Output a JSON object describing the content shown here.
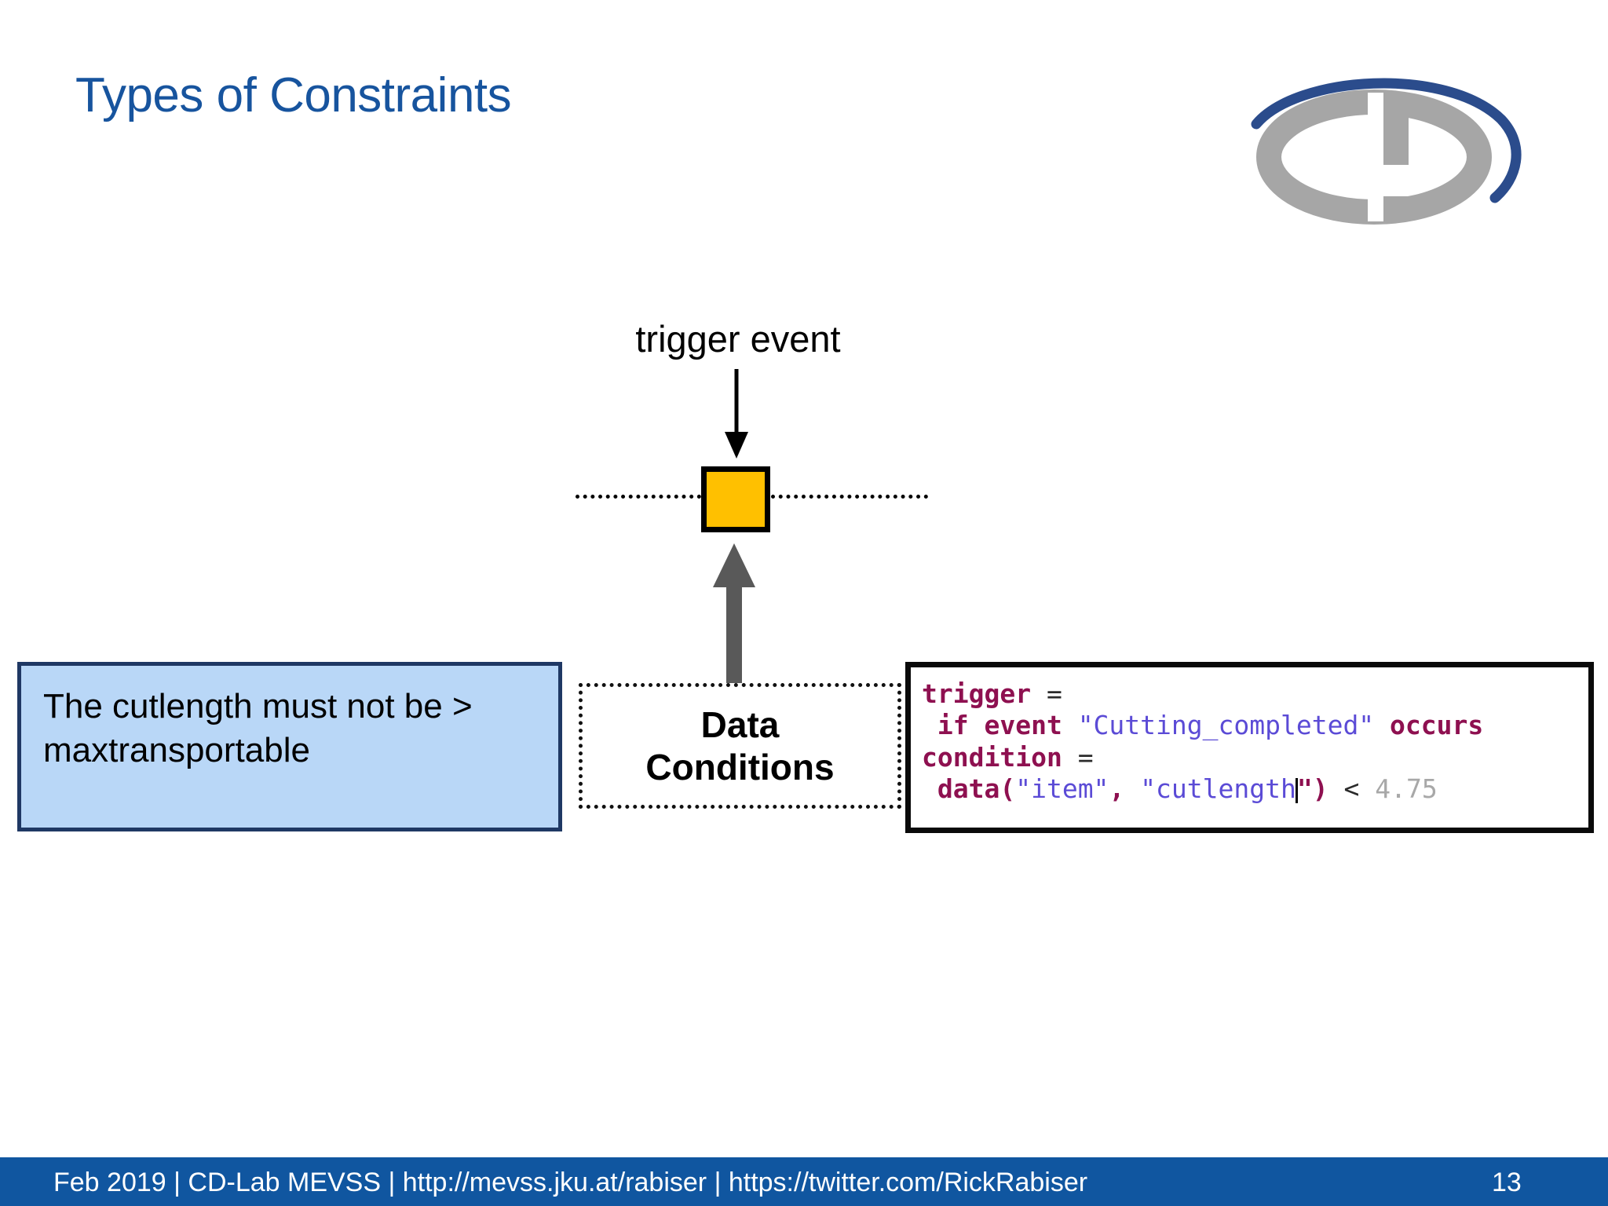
{
  "slide": {
    "title": "Types of Constraints",
    "page_number": "13",
    "title_color": "#17549E",
    "accent_color": "#1056A0"
  },
  "logo": {
    "name": "cd-lab-logo",
    "ring_color": "#A6A6A6",
    "swoosh_color": "#2B4C8C"
  },
  "diagram": {
    "trigger_event_label": "trigger event",
    "trigger_square_color": "#FFC000",
    "up_arrow_color": "#595959",
    "down_arrow_color": "#000000",
    "lifeline_color": "#000000"
  },
  "constraint_box": {
    "text": "The cutlength must not be > maxtransportable",
    "fill_color": "#B9D7F7",
    "border_color": "#1F3864"
  },
  "data_conditions_box": {
    "label": "Data\nConditions"
  },
  "code_box": {
    "lines": [
      {
        "tokens": [
          {
            "text": "trigger",
            "style": "kw"
          },
          {
            "text": " ",
            "style": "plain"
          },
          {
            "text": "=",
            "style": "op"
          }
        ]
      },
      {
        "tokens": [
          {
            "text": " if event ",
            "style": "kw"
          },
          {
            "text": "\"Cutting_completed\"",
            "style": "str"
          },
          {
            "text": " occurs",
            "style": "kw"
          }
        ]
      },
      {
        "tokens": [
          {
            "text": "condition",
            "style": "kw"
          },
          {
            "text": " ",
            "style": "plain"
          },
          {
            "text": "=",
            "style": "op"
          }
        ]
      },
      {
        "tokens": [
          {
            "text": " data",
            "style": "kw"
          },
          {
            "text": "(",
            "style": "punct"
          },
          {
            "text": "\"item\"",
            "style": "str"
          },
          {
            "text": ", ",
            "style": "punct"
          },
          {
            "text": "\"cutlength",
            "style": "str"
          },
          {
            "text": "|",
            "style": "caret"
          },
          {
            "text": "\"",
            "style": "punct"
          },
          {
            "text": ")",
            "style": "punct"
          },
          {
            "text": " < ",
            "style": "op"
          },
          {
            "text": "4.75",
            "style": "num"
          }
        ]
      }
    ],
    "line1_plain": "trigger =",
    "line2_plain": " if event \"Cutting_completed\" occurs",
    "line3_plain": "condition =",
    "line4_plain": " data(\"item\", \"cutlength\") < 4.75",
    "keyword_color": "#8E1050",
    "string_color": "#5B4BD6",
    "number_color": "#A8A8A8",
    "border_color": "#0A0A0A"
  },
  "footer": {
    "text": "Feb 2019 |  CD-Lab MEVSS | http://mevss.jku.at/rabiser | https://twitter.com/RickRabiser"
  }
}
